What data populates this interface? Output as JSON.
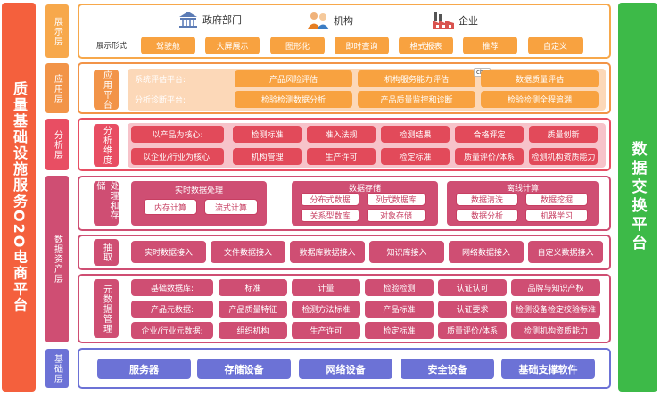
{
  "left_title": "质量基础设施服务O2O电商平台",
  "right_title": "数据交换平台",
  "colors": {
    "display": "#f7a84b",
    "app": "#f29448",
    "analysis": "#e84e63",
    "asset": "#cf4e73",
    "base": "#6c72d6",
    "left": "#f4603d",
    "right": "#3dba48"
  },
  "display_layer": {
    "label": "展示层",
    "entities": [
      {
        "icon": "government-building-icon",
        "label": "政府部门"
      },
      {
        "icon": "people-icon",
        "label": "机构"
      },
      {
        "icon": "factory-icon",
        "label": "企业"
      }
    ],
    "forms_label": "展示形式:",
    "forms": [
      "驾驶舱",
      "大屏展示",
      "图形化",
      "即时查询",
      "格式报表",
      "推荐",
      "自定义"
    ]
  },
  "app_layer": {
    "label": "应用层",
    "sub_label": "应用平台",
    "row1_label": "系统评估平台:",
    "row1": [
      "产品风险评估",
      "机构服务能力评估",
      "数据质量评估"
    ],
    "tag": "cb3",
    "row2_label": "分析诊断平台:",
    "row2": [
      "检验检测数据分析",
      "产品质量监控和诊断",
      "检验检测全程追溯"
    ]
  },
  "analysis_layer": {
    "label": "分析层",
    "sub_label": "分析维度",
    "row1_label": "以产品为核心:",
    "row1": [
      "检测标准",
      "准入法规",
      "检测结果",
      "合格评定",
      "质量创新"
    ],
    "row2_label": "以企业/行业为核心:",
    "row2": [
      "机构管理",
      "生产许可",
      "检定标准",
      "质量评价/体系",
      "检测机构资质能力"
    ]
  },
  "asset_layer": {
    "label": "数据资产层",
    "processing": {
      "label": "处理和存储",
      "realtime": {
        "title": "实时数据处理",
        "items": [
          "内存计算",
          "流式计算"
        ]
      },
      "storage": {
        "title": "数据存储",
        "items": [
          "分布式数据",
          "列式数据库",
          "关系型数库",
          "对象存储"
        ]
      },
      "offline": {
        "title": "离线计算",
        "items": [
          "数据清洗",
          "数据挖掘",
          "数据分析",
          "机器学习"
        ]
      }
    },
    "extract": {
      "label": "抽取",
      "items": [
        "实时数据接入",
        "文件数据接入",
        "数据库数据接入",
        "知识库接入",
        "网络数据接入",
        "自定义数据接入"
      ]
    },
    "meta": {
      "label": "元数据管理",
      "rows": [
        {
          "label": "基础数据库:",
          "items": [
            "标准",
            "计量",
            "检验检测",
            "认证认可",
            "品牌与知识产权"
          ]
        },
        {
          "label": "产品元数据:",
          "items": [
            "产品质量特征",
            "检测方法标准",
            "产品标准",
            "认证要求",
            "检测设备检定校验标准"
          ]
        },
        {
          "label": "企业/行业元数据:",
          "items": [
            "组织机构",
            "生产许可",
            "检定标准",
            "质量评价/体系",
            "检测机构资质能力"
          ]
        }
      ]
    }
  },
  "base_layer": {
    "label": "基础层",
    "items": [
      "服务器",
      "存储设备",
      "网络设备",
      "安全设备",
      "基础支撑软件"
    ]
  }
}
